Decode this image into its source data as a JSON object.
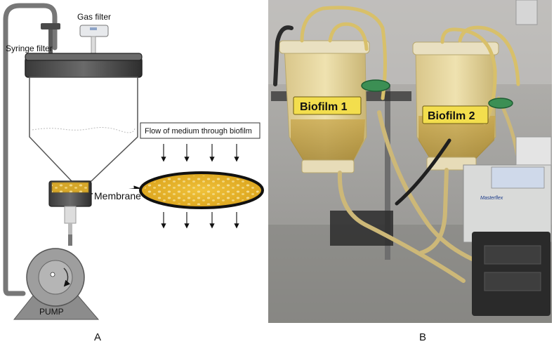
{
  "panel_a": {
    "labels": {
      "gas_filter": "Gas filter",
      "syringe_filter": "Syringe filter",
      "flow_caption": "Flow of medium through biofilm",
      "membrane": "Membrane",
      "pump": "PUMP"
    }
  },
  "panel_b": {
    "labels": {
      "biofilm_1": "Biofilm 1",
      "biofilm_2": "Biofilm 2",
      "pump_brand": "Masterflex"
    }
  },
  "panel_letters": {
    "a": "A",
    "b": "B"
  }
}
